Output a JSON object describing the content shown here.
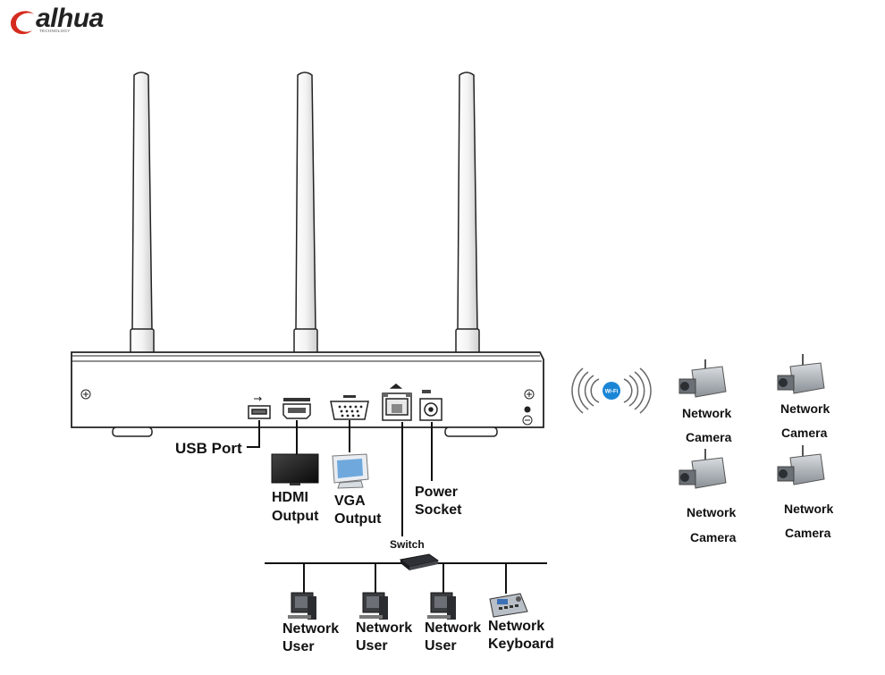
{
  "brand": {
    "name": "alhua",
    "tagline": "TECHNOLOGY",
    "accent": "#d52b1e"
  },
  "ports": {
    "usb": "USB Port",
    "hdmi_line1": "HDMI",
    "hdmi_line2": "Output",
    "vga_line1": "VGA",
    "vga_line2": "Output",
    "power_line1": "Power",
    "power_line2": "Socket"
  },
  "wifi": {
    "badge": "Wi-Fi",
    "color": "#1b86d6"
  },
  "cameras": [
    {
      "line1": "Network",
      "line2": "Camera"
    },
    {
      "line1": "Network",
      "line2": "Camera"
    },
    {
      "line1": "Network",
      "line2": "Camera"
    },
    {
      "line1": "Network",
      "line2": "Camera"
    }
  ],
  "switch_label": "Switch",
  "network_devices": [
    {
      "line1": "Network",
      "line2": "User"
    },
    {
      "line1": "Network",
      "line2": "User"
    },
    {
      "line1": "Network",
      "line2": "User"
    },
    {
      "line1": "Network",
      "line2": "Keyboard"
    }
  ]
}
